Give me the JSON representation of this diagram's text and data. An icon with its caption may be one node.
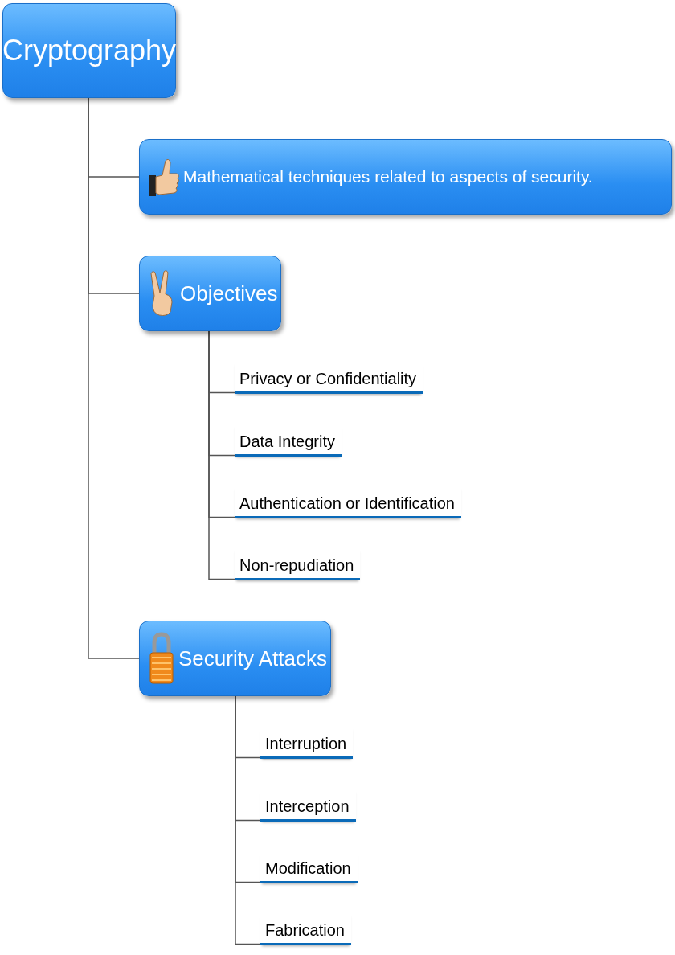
{
  "diagram": {
    "nodes": [
      {
        "text": [
          "Cryptography"
        ]
      },
      {
        "text": [
          "Mathematical techniques related to aspects of security."
        ]
      },
      {
        "text": [
          "Objectives"
        ]
      },
      {
        "text": [
          "Privacy or Confidentiality"
        ]
      },
      {
        "text": [
          "Data Integrity"
        ]
      },
      {
        "text": [
          "Authentication or Identification"
        ]
      },
      {
        "text": [
          "Non-repudiation"
        ]
      },
      {
        "text": [
          "Security Attacks"
        ]
      },
      {
        "text": [
          "Interruption"
        ]
      },
      {
        "text": [
          "Interception"
        ]
      },
      {
        "text": [
          "Modification"
        ]
      },
      {
        "text": [
          "Fabrication"
        ]
      }
    ],
    "edges": [
      {
        "from": 0,
        "to": 1,
        "arrow": "none"
      },
      {
        "from": 0,
        "to": 2,
        "arrow": "none"
      },
      {
        "from": 0,
        "to": 7,
        "arrow": "none"
      },
      {
        "from": 2,
        "to": 3,
        "arrow": "none"
      },
      {
        "from": 2,
        "to": 4,
        "arrow": "none"
      },
      {
        "from": 2,
        "to": 5,
        "arrow": "none"
      },
      {
        "from": 2,
        "to": 6,
        "arrow": "none"
      },
      {
        "from": 7,
        "to": 8,
        "arrow": "none"
      },
      {
        "from": 7,
        "to": 9,
        "arrow": "none"
      },
      {
        "from": 7,
        "to": 10,
        "arrow": "none"
      },
      {
        "from": 7,
        "to": 11,
        "arrow": "none"
      }
    ]
  }
}
